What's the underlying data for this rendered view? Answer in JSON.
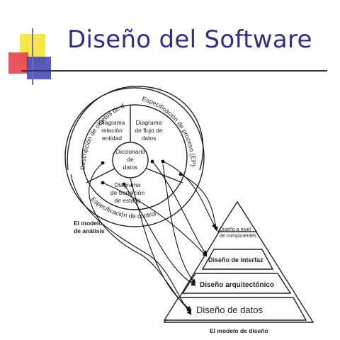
{
  "slide": {
    "title": "Diseño del Software",
    "colors": {
      "title": "#2e2e8a",
      "deco_yellow": "#f6e84a",
      "deco_red": "#e8434b",
      "deco_blue": "#3b3fb6"
    }
  },
  "analysis_model": {
    "caption_line1": "El modelo",
    "caption_line2": "de análisis",
    "outer_labels": {
      "top_left": "Descripción de objetos de datos",
      "top_right": "Especificación de proceso (EP)",
      "bottom": "Especificación de control"
    },
    "quadrants": {
      "top_left": [
        "Diagrama",
        "relación",
        "entidad"
      ],
      "top_right": [
        "Diagrama",
        "de flujo de",
        "datos"
      ],
      "bottom": [
        "Diagrama",
        "de transición",
        "de estado"
      ]
    },
    "center": [
      "Diccionario",
      "de",
      "datos"
    ]
  },
  "design_model": {
    "caption": "El modelo de diseño",
    "levels": [
      {
        "label": "Diseño a nivel",
        "label2": "de componentes"
      },
      {
        "label": "Diseño de interfaz"
      },
      {
        "label": "Diseño arquitectónico"
      },
      {
        "label": "Diseño de datos"
      }
    ]
  }
}
